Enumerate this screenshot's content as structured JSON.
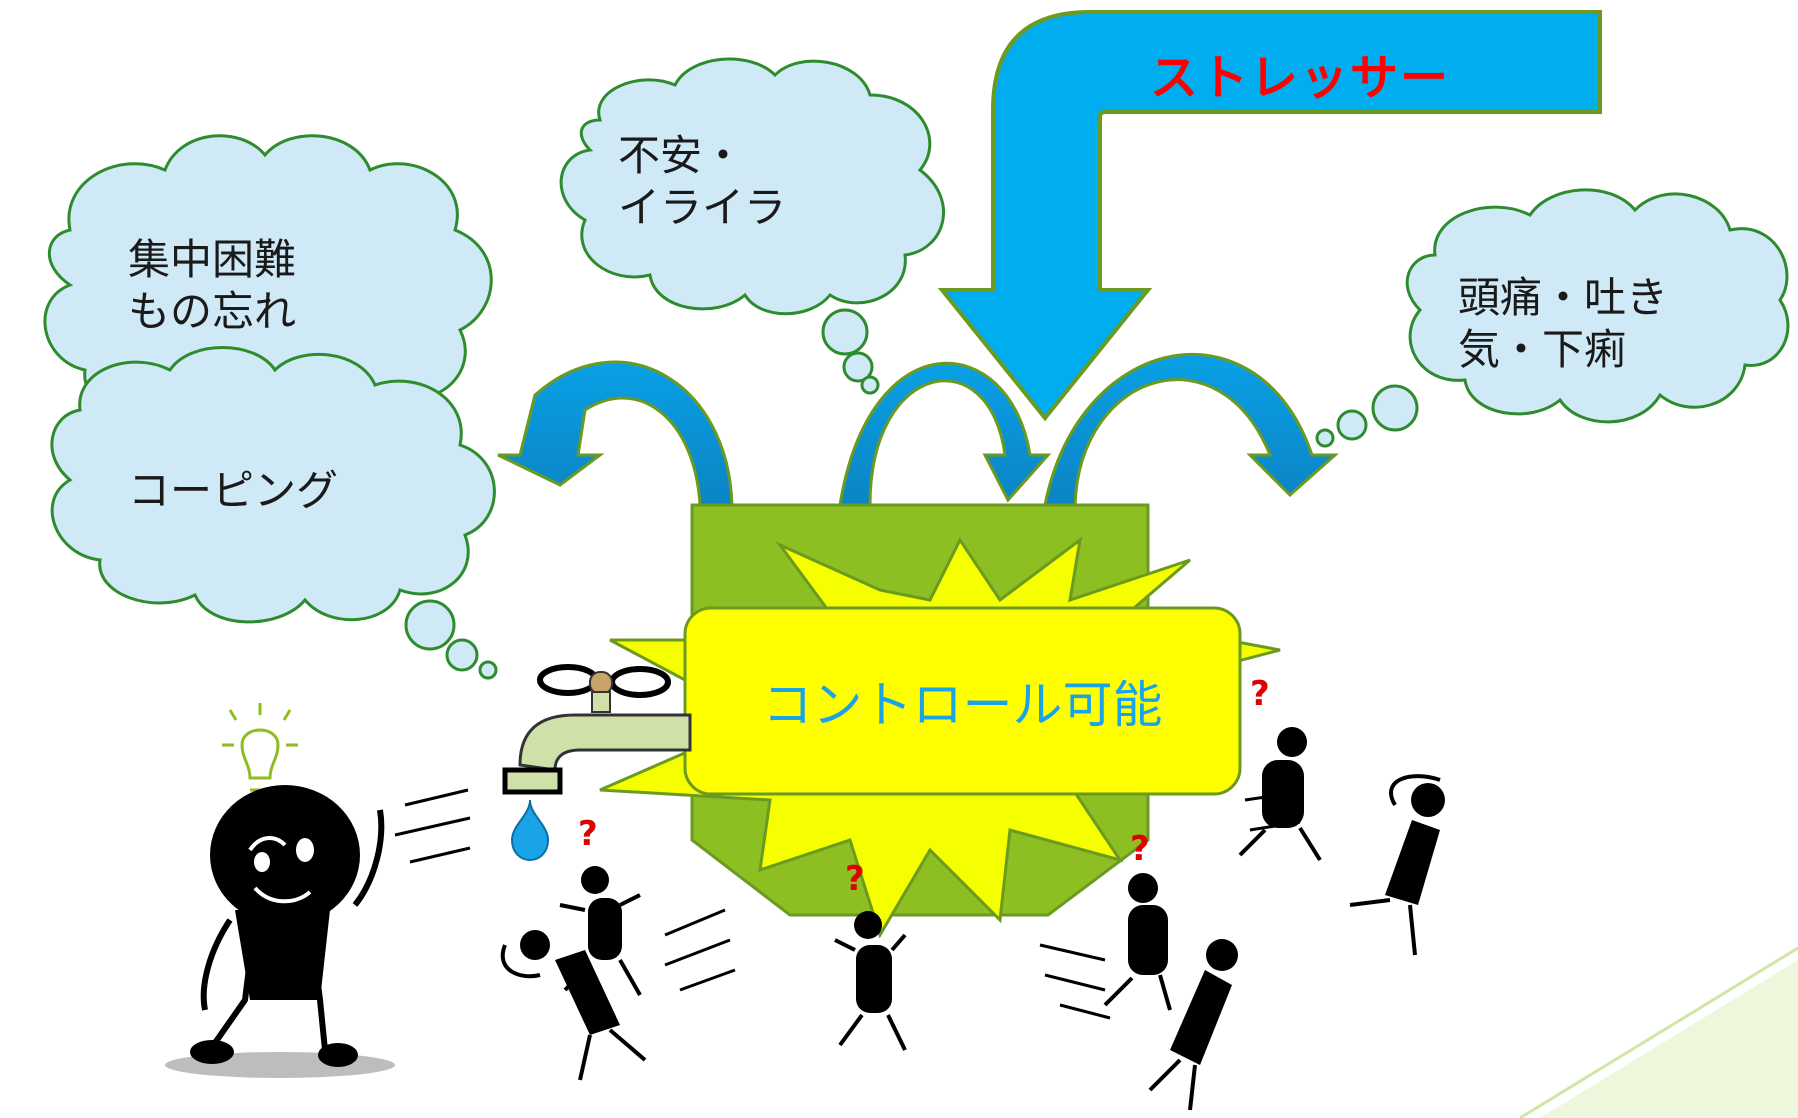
{
  "stressor": {
    "label": "ストレッサー"
  },
  "clouds": {
    "concentration": "集中困難\nもの忘れ",
    "anxiety": "不安・\nイライラ",
    "physical": "頭痛・吐き\n気・下痢",
    "coping": "コーピング"
  },
  "center": {
    "label": "コントロール可能"
  },
  "colors": {
    "cloud_fill": "#cfe9f7",
    "cloud_stroke": "#2e8b2e",
    "arrow_fill": "#1aa3e6",
    "bucket_fill": "#8dbe22",
    "burst_fill": "#f5ff00",
    "label_box_fill": "#ffff00",
    "stressor_text": "#ff0000",
    "control_text": "#1aa3e6"
  }
}
